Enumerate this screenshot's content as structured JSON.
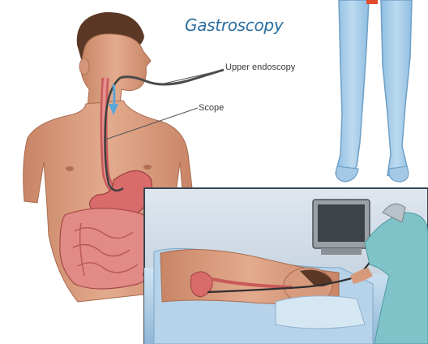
{
  "title": "Gastroscopy",
  "labels": {
    "upper_endoscopy": "Upper endoscopy",
    "scope": "Scope"
  },
  "colors": {
    "title": "#2b6ea0",
    "skin": "#d89a7c",
    "organ": "#d96b6b",
    "leg_blue": "#a9cde8",
    "panel_bg": "#c9d6e3",
    "gown": "#7fc3c9"
  }
}
